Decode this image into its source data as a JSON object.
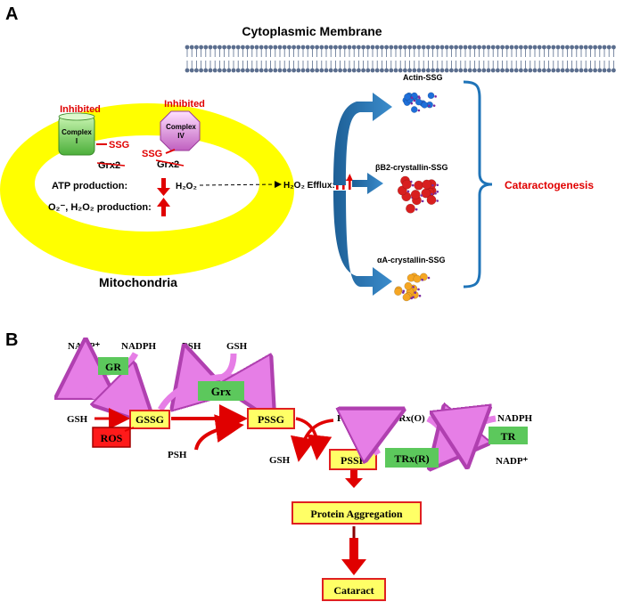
{
  "panel_a": {
    "letter": "A",
    "membrane_label": "Cytoplasmic Membrane",
    "mitochondria_label": "Mitochondria",
    "complex1": {
      "label_line1": "Complex",
      "label_line2": "I",
      "status": "Inhibited"
    },
    "complex4": {
      "label_line1": "Complex",
      "label_line2": "IV",
      "status": "Inhibited"
    },
    "ssg_label": "SSG",
    "grx2_label": "Grx2",
    "atp_label": "ATP production:",
    "ros_label": "O₂⁻, H₂O₂ production:",
    "h2o2_label": "H₂O₂",
    "efflux_label": "H₂O₂ Efflux:",
    "targets": [
      "Actin-SSG",
      "βB2-crystallin-SSG",
      "αA-crystallin-SSG"
    ],
    "outcome": "Cataractogenesis",
    "colors": {
      "membrane": "#5b6e8e",
      "mitochondria": "#ffff00",
      "arrow_blue": "#2a6fa8",
      "red": "#e00000",
      "actin": "#1e6fd9",
      "crystallin_b2": "#d81f1f",
      "crystallin_a": "#f5a623",
      "complex1": "#7ed957",
      "complex4": "#e9a8e8"
    }
  },
  "panel_b": {
    "letter": "B",
    "nadp_plus_left": "NADP⁺",
    "nadph_left": "NADPH",
    "psh_top": "PSH",
    "gsh_top": "GSH",
    "gr": "GR",
    "grx": "Grx",
    "gsh_in": "GSH",
    "gssg": "GSSG",
    "ros": "ROS",
    "psh_bottom": "PSH",
    "pssg": "PSSG",
    "psh_right": "PSH",
    "gsh_out": "GSH",
    "pssp": "PSSP",
    "trx_o": "TRx(O)",
    "trx_r": "TRx(R)",
    "nadph_right": "NADPH",
    "tr": "TR",
    "nadp_plus_right": "NADP⁺",
    "aggregation": "Protein Aggregation",
    "cataract": "Cataract",
    "colors": {
      "box_yellow": "#ffff66",
      "box_border": "#e02020",
      "green": "#5cc85c",
      "pink": "#e67ee6"
    }
  }
}
